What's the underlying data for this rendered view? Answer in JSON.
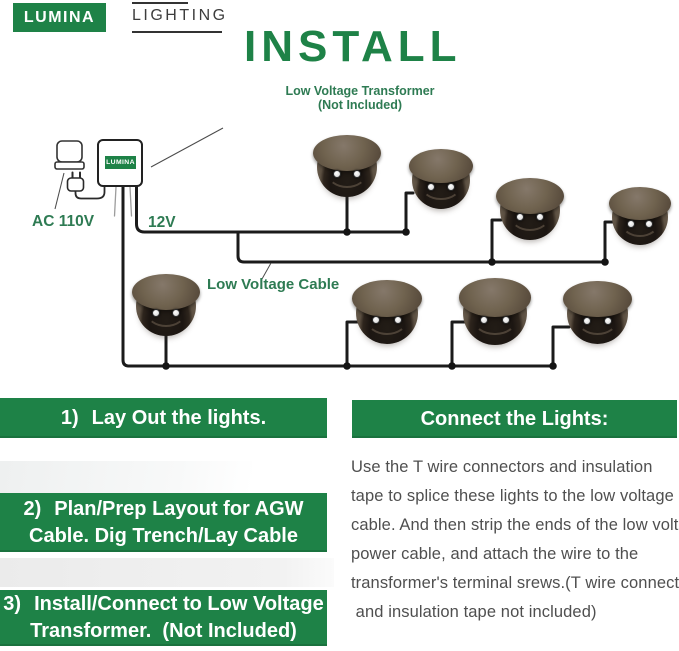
{
  "brand": {
    "name": "LUMINA",
    "sub": "LIGHTING"
  },
  "title": "INSTALL",
  "diagram": {
    "transformer_note_line1": "Low Voltage Transformer",
    "transformer_note_line2": "(Not Included)",
    "transformer_box_label": "LUMINA",
    "ac_label": "AC 110V",
    "dc_label": "12V",
    "cable_label": "Low Voltage Cable",
    "light_count": 8
  },
  "steps": [
    {
      "prefix": "1)",
      "line1": "Lay Out the lights.",
      "line2": ""
    },
    {
      "prefix": "2)",
      "line1": "Plan/Prep Layout for AGW",
      "line2": "Cable. Dig Trench/Lay Cable"
    },
    {
      "prefix": "3)",
      "line1": "Install/Connect to Low Voltage",
      "line2": "Transformer.  (Not Included)"
    }
  ],
  "connect": {
    "heading": "Connect the Lights:",
    "body_lines": [
      "Use the T wire connectors and insulation",
      "tape to splice these lights to the low voltage",
      "cable. And then strip the ends of the low voltage",
      "power cable, and attach the wire to the",
      "transformer's terminal srews.(T wire connectors",
      " and insulation tape not included)"
    ]
  },
  "colors": {
    "brand_green": "#1E8247",
    "label_green": "#2E7B53",
    "body_text": "#4F4F4F",
    "cable_black": "#1B1B1B",
    "light_brown": "#6A5D4E"
  }
}
